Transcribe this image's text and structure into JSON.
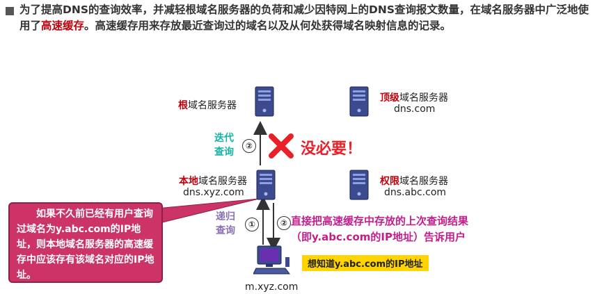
{
  "intro": {
    "part1": "为了提高DNS的查询效率，并减轻根域名服务器的负荷和减少因特网上的DNS查询报文数量，在域名服务器中广泛地使用了",
    "highlight": "高速缓存",
    "part2": "。高速缓存用来存放最近查询过的域名以及从何处获得域名映射信息的记录。"
  },
  "servers": {
    "root": {
      "prefix": "根",
      "suffix": "域名服务器"
    },
    "tld": {
      "prefix": "顶级",
      "suffix": "域名服务器",
      "domain": "dns.com"
    },
    "local": {
      "prefix": "本地",
      "suffix": "域名服务器",
      "domain": "dns.xyz.com"
    },
    "auth": {
      "prefix": "权限",
      "suffix": "域名服务器",
      "domain": "dns.abc.com"
    }
  },
  "host": {
    "domain": "m.xyz.com"
  },
  "iterative": {
    "line1": "迭代",
    "line2": "查询",
    "step": "②"
  },
  "recursive": {
    "line1": "递归",
    "line2": "查询",
    "step": "①"
  },
  "not_needed": "没必要！",
  "reply": {
    "step": "②",
    "line1": "直接把高速缓存中存放的上次查询结果",
    "line2": "（即y.abc.com的IP地址）告诉用户"
  },
  "callout": "如果不久前已经有用户查询过域名为y.abc.com的IP地址，则本地域名服务器的高速缓存中应该存有该域名对应的IP地址。",
  "want_badge": "想知道y.abc.com的IP地址",
  "colors": {
    "accent_red": "#c0000c",
    "callout_bg": "#cc3366",
    "teal": "#19b3a6",
    "purple": "#8a6fb5",
    "reply_text": "#c41e8c",
    "badge_bg": "#ffd400"
  }
}
